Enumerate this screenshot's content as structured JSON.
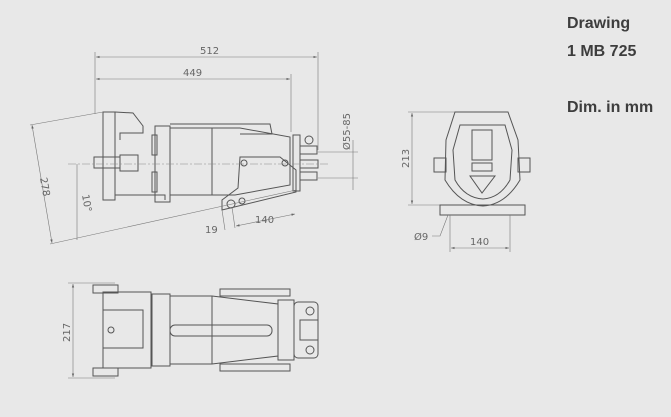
{
  "title": {
    "line1": "Drawing",
    "line2": "1 MB 725",
    "units": "Dim. in mm"
  },
  "side_view": {
    "overall_length": "512",
    "length_to_flange": "449",
    "height_diag": "278",
    "angle": "10°",
    "offset": "19",
    "base_length": "140",
    "shaft_diameter": "Ø55-85"
  },
  "front_view": {
    "height": "213",
    "hole_diameter": "Ø9",
    "base_width": "140"
  },
  "top_view": {
    "width": "217"
  }
}
